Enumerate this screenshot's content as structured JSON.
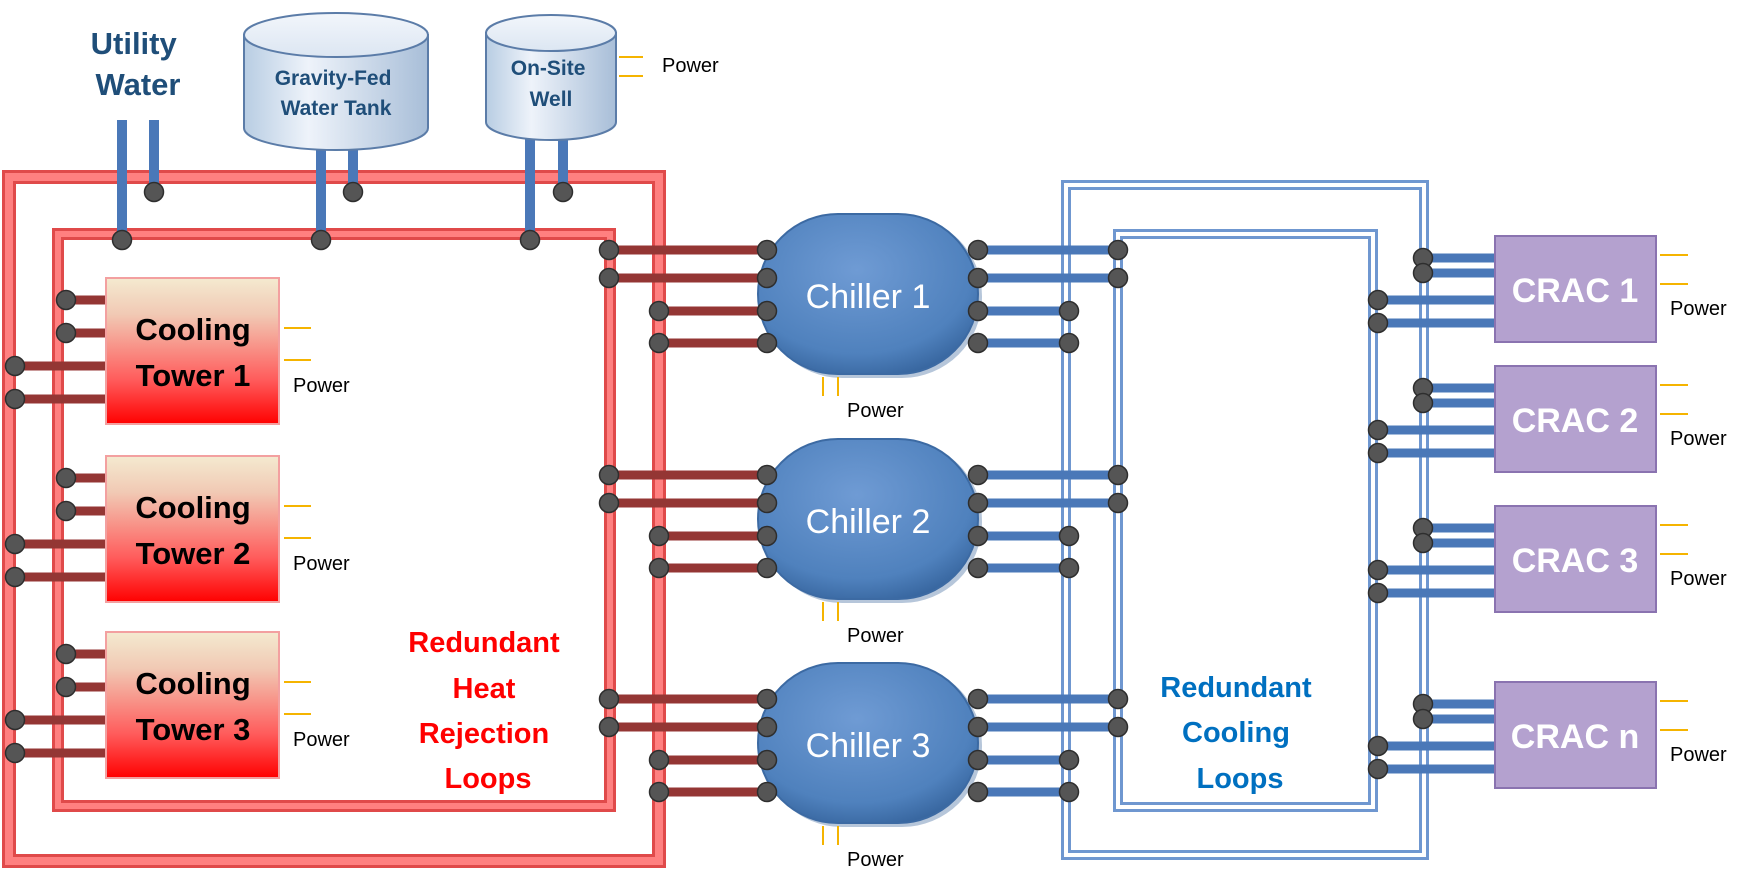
{
  "sources": {
    "utility_water": [
      "Utility",
      "Water"
    ],
    "gravity_tank": [
      "Gravity-Fed",
      "Water Tank"
    ],
    "onsite_well": [
      "On-Site",
      "Well"
    ]
  },
  "power_label": "Power",
  "cooling_towers": [
    [
      "Cooling",
      "Tower 1"
    ],
    [
      "Cooling",
      "Tower 2"
    ],
    [
      "Cooling",
      "Tower 3"
    ]
  ],
  "chillers": [
    "Chiller 1",
    "Chiller 2",
    "Chiller 3"
  ],
  "cracs": [
    "CRAC 1",
    "CRAC 2",
    "CRAC 3",
    "CRAC n"
  ],
  "heat_rejection_label": [
    "Redundant",
    "Heat",
    "Rejection",
    "Loops"
  ],
  "cooling_loops_label": [
    "Redundant",
    "Cooling",
    "Loops"
  ],
  "colors": {
    "heat_loop": "#ff4d4d",
    "heat_pipe": "#943634",
    "cool_loop": "#6f97d0",
    "cool_pipe": "#4a78b8",
    "chiller_fill": "#4f81bd",
    "crac_fill": "#b4a1cf",
    "power_wire": "#f5b400",
    "connector": "#555555"
  }
}
